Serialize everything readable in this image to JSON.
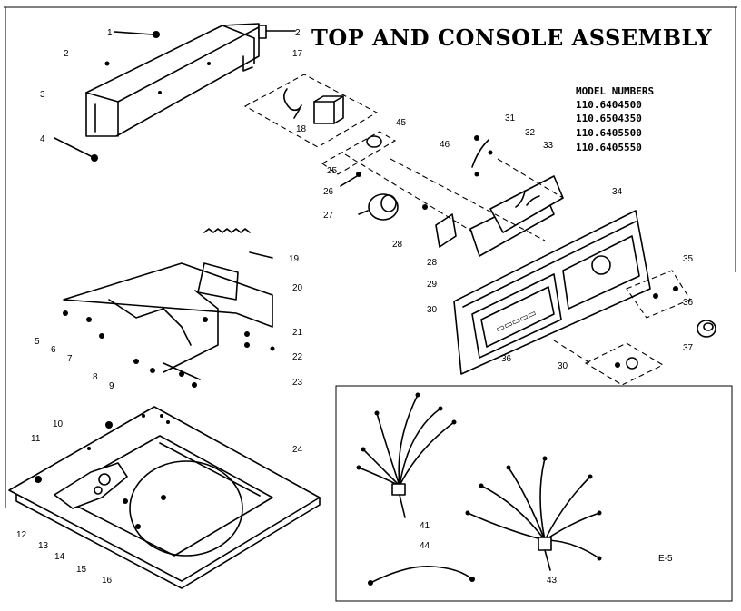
{
  "title": "TOP AND CONSOLE ASSEMBLY",
  "model_numbers": {
    "heading": "MODEL NUMBERS",
    "items": [
      "110.6404500",
      "110.6504350",
      "110.6405500",
      "110.6405550"
    ]
  },
  "page_code": "E-5",
  "callouts": {
    "c1": "1",
    "c2a": "2",
    "c2b": "2",
    "c3": "3",
    "c4": "4",
    "c5": "5",
    "c6": "6",
    "c7": "7",
    "c8": "8",
    "c9": "9",
    "c10": "10",
    "c11": "11",
    "c12": "12",
    "c13": "13",
    "c14": "14",
    "c15": "15",
    "c16": "16",
    "c17": "17",
    "c18": "18",
    "c19": "19",
    "c20": "20",
    "c21": "21",
    "c22": "22",
    "c23": "23",
    "c24": "24",
    "c25": "25",
    "c26": "26",
    "c27": "27",
    "c28a": "28",
    "c28b": "28",
    "c29": "29",
    "c30a": "30",
    "c30b": "30",
    "c31": "31",
    "c32": "32",
    "c33": "33",
    "c34": "34",
    "c35": "35",
    "c36a": "36",
    "c36b": "36",
    "c37": "37",
    "c41": "41",
    "c43": "43",
    "c44": "44",
    "c45": "45",
    "c46": "46"
  }
}
